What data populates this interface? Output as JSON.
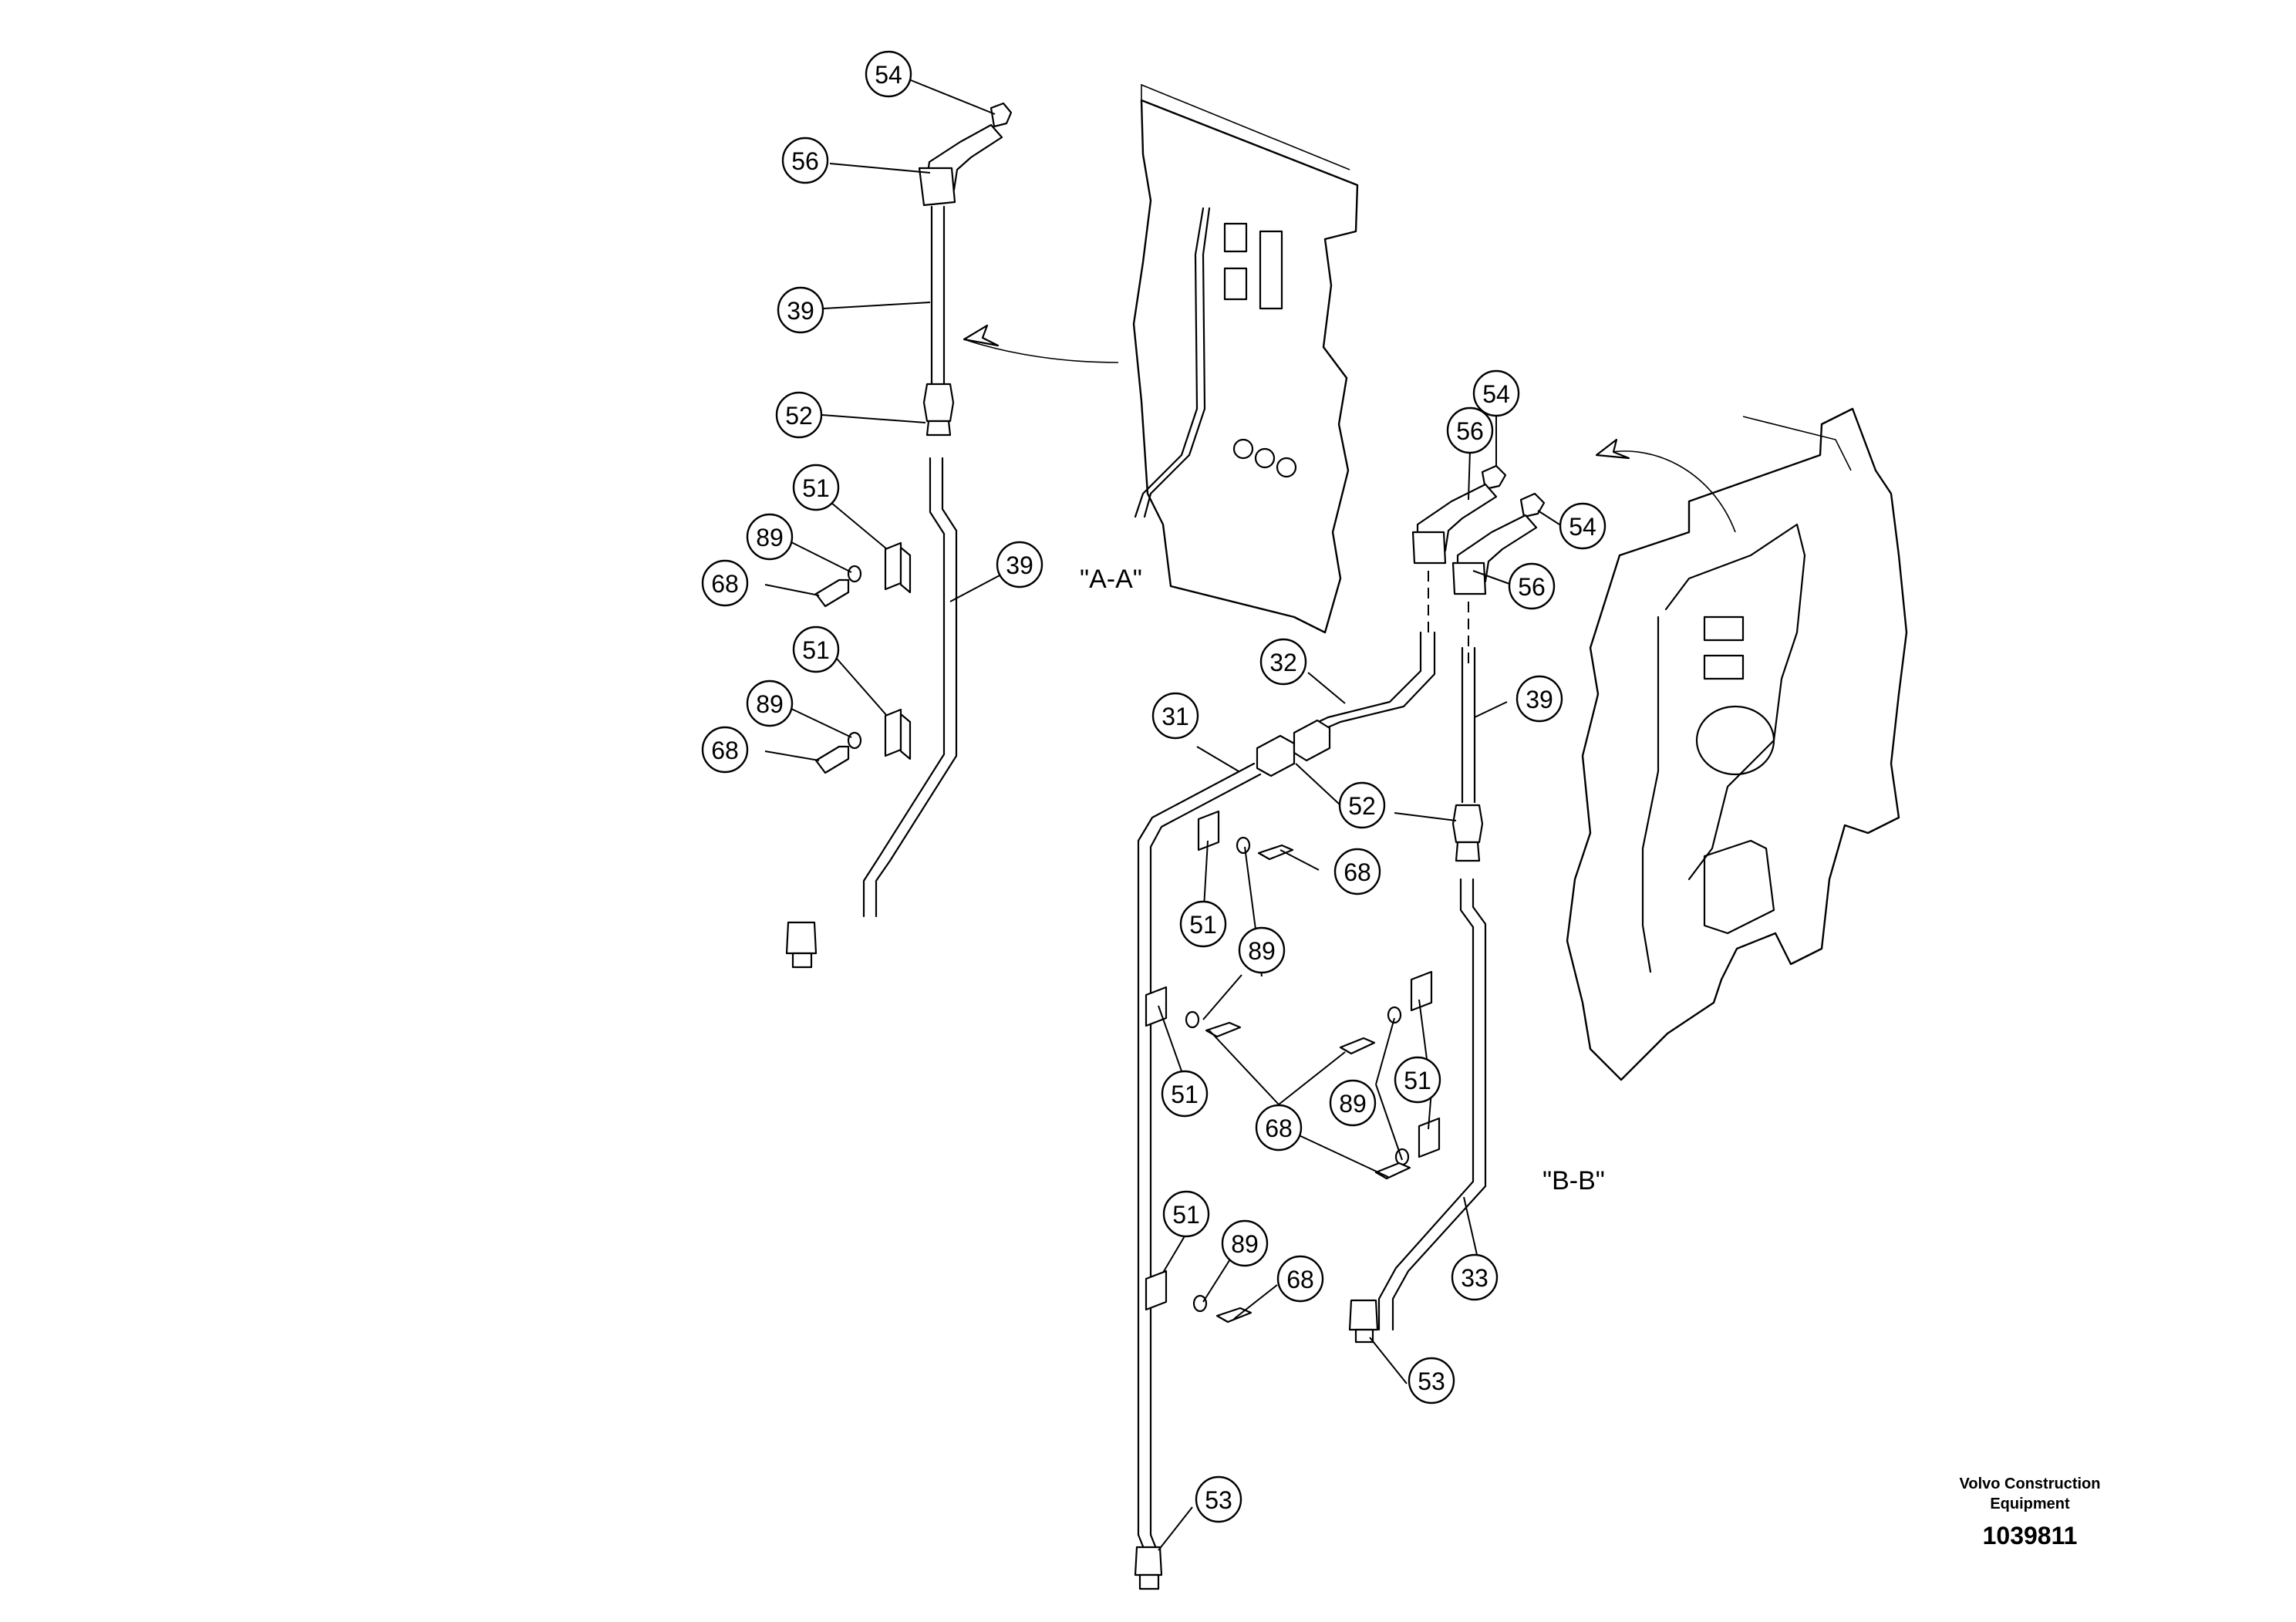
{
  "views": {
    "a": "\"A-A\"",
    "b": "\"B-B\""
  },
  "footer": {
    "brand_line1": "Volvo Construction",
    "brand_line2": "Equipment",
    "doc_number": "1039811"
  },
  "callouts": {
    "c1": "54",
    "c2": "56",
    "c3": "39",
    "c4": "52",
    "c5": "51",
    "c6": "89",
    "c7": "68",
    "c8": "39",
    "c9": "51",
    "c10": "89",
    "c11": "68",
    "c12": "54",
    "c13": "56",
    "c14": "54",
    "c15": "56",
    "c16": "32",
    "c17": "31",
    "c18": "39",
    "c19": "52",
    "c20": "68",
    "c21": "51",
    "c22": "89",
    "c23": "51",
    "c24": "68",
    "c25": "89",
    "c26": "51",
    "c27": "51",
    "c28": "89",
    "c29": "68",
    "c30": "33",
    "c31": "53",
    "c32": "53"
  }
}
